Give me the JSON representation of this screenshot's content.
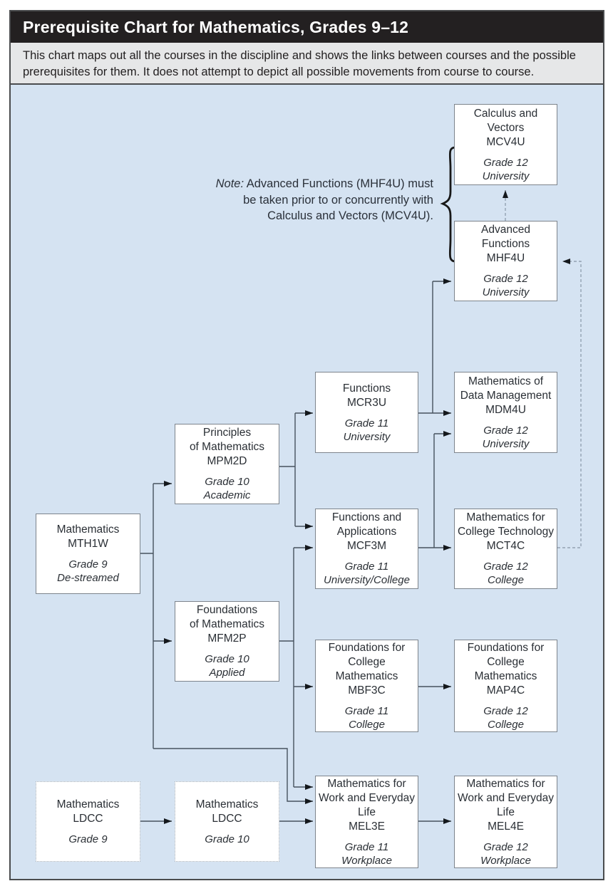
{
  "header": {
    "title": "Prerequisite Chart for Mathematics, Grades 9–12",
    "description": "This chart maps out all the courses in the discipline and shows the links between courses and the possible prerequisites for them. It does not attempt to depict all possible movements from course to course."
  },
  "note": {
    "prefix": "Note:",
    "line1": " Advanced Functions (MHF4U) must",
    "line2": "be taken prior to or concurrently with",
    "line3": "Calculus and Vectors (MCV4U)."
  },
  "courses": {
    "mcv4u": {
      "name": "Calculus and\nVectors",
      "code": "MCV4U",
      "grade": "Grade 12",
      "level": "University"
    },
    "mhf4u": {
      "name": "Advanced\nFunctions",
      "code": "MHF4U",
      "grade": "Grade 12",
      "level": "University"
    },
    "mcr3u": {
      "name": "Functions",
      "code": "MCR3U",
      "grade": "Grade 11",
      "level": "University"
    },
    "mdm4u": {
      "name": "Mathematics of\nData Management",
      "code": "MDM4U",
      "grade": "Grade 12",
      "level": "University"
    },
    "mpm2d": {
      "name": "Principles\nof Mathematics",
      "code": "MPM2D",
      "grade": "Grade 10",
      "level": "Academic"
    },
    "mcf3m": {
      "name": "Functions and\nApplications",
      "code": "MCF3M",
      "grade": "Grade 11",
      "level": "University/College"
    },
    "mct4c": {
      "name": "Mathematics for\nCollege Technology",
      "code": "MCT4C",
      "grade": "Grade 12",
      "level": "College"
    },
    "mth1w": {
      "name": "Mathematics",
      "code": "MTH1W",
      "grade": "Grade 9",
      "level": "De-streamed"
    },
    "mfm2p": {
      "name": "Foundations\nof Mathematics",
      "code": "MFM2P",
      "grade": "Grade 10",
      "level": "Applied"
    },
    "mbf3c": {
      "name": "Foundations for\nCollege\nMathematics",
      "code": "MBF3C",
      "grade": "Grade 11",
      "level": "College"
    },
    "map4c": {
      "name": "Foundations for\nCollege\nMathematics",
      "code": "MAP4C",
      "grade": "Grade 12",
      "level": "College"
    },
    "ldcc9": {
      "name": "Mathematics",
      "code": "LDCC",
      "grade": "Grade 9",
      "level": ""
    },
    "ldcc10": {
      "name": "Mathematics",
      "code": "LDCC",
      "grade": "Grade 10",
      "level": ""
    },
    "mel3e": {
      "name": "Mathematics for\nWork and Everyday\nLife",
      "code": "MEL3E",
      "grade": "Grade 11",
      "level": "Workplace"
    },
    "mel4e": {
      "name": "Mathematics for\nWork and Everyday\nLife",
      "code": "MEL4E",
      "grade": "Grade 12",
      "level": "Workplace"
    }
  },
  "edges": {
    "solid": [
      "MTH1W→MPM2D",
      "MTH1W→MFM2P",
      "MTH1W→MEL3E",
      "MPM2D→MCR3U",
      "MPM2D→MCF3M",
      "MFM2P→MCF3M",
      "MFM2P→MBF3C",
      "MFM2P→MEL3E",
      "MCR3U→MHF4U",
      "MCR3U→MDM4U",
      "MCF3M→MDM4U",
      "MCF3M→MCT4C",
      "MBF3C→MAP4C",
      "LDCC (Grade 9)→LDCC (Grade 10)",
      "LDCC (Grade 10)→MEL3E",
      "MEL3E→MEL4E"
    ],
    "dashed": [
      "MHF4U→MCV4U",
      "MCT4C→MHF4U"
    ]
  },
  "colors": {
    "title_bar": "#232021",
    "subtitle_band": "#e6e7e8",
    "chart_background": "#d5e3f2",
    "box_fill": "#ffffff",
    "connector": "#46525e",
    "arrowhead": "#14181c",
    "dashed_connector": "#93a2b2"
  }
}
